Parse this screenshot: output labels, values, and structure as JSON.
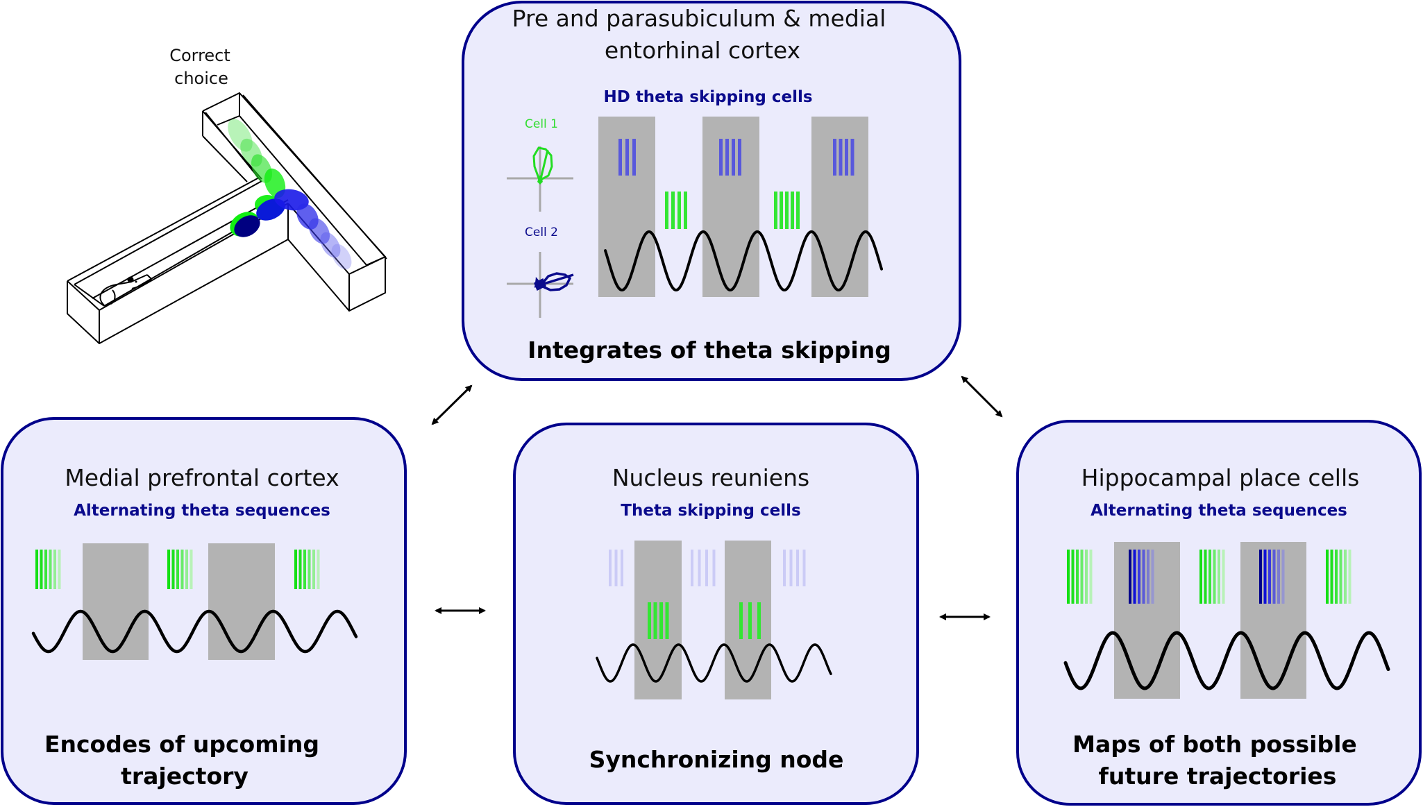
{
  "colors": {
    "box_fill": "#ebebfc",
    "box_border": "#00008b",
    "subtitle": "#0a0a8c",
    "theta_window": "#b3b3b3",
    "green": "#33e633",
    "blue": "#5555dd",
    "navy": "#00008b"
  },
  "maze": {
    "label_line1": "Correct",
    "label_line2": "choice",
    "icon": "rat-in-t-maze-icon"
  },
  "boxes": {
    "pre_para": {
      "title_line1": "Pre and parasubiculum & medial",
      "title_line2": "entorhinal cortex",
      "subtitle": "HD theta skipping cells",
      "cell1_label": "Cell 1",
      "cell2_label": "Cell 2",
      "conclusion": "Integrates of theta skipping",
      "theta_cycles": 5,
      "windows": 3,
      "spike_groups": [
        {
          "cell": "cell2",
          "color": "blue",
          "window": 1,
          "count": 3
        },
        {
          "cell": "cell1",
          "color": "green",
          "window": "between 1-2",
          "count": 4
        },
        {
          "cell": "cell2",
          "color": "blue",
          "window": 2,
          "count": 4
        },
        {
          "cell": "cell1",
          "color": "green",
          "window": "between 2-3",
          "count": 5
        },
        {
          "cell": "cell2",
          "color": "blue",
          "window": 3,
          "count": 4
        }
      ]
    },
    "mpfc": {
      "title": "Medial prefrontal cortex",
      "subtitle": "Alternating theta sequences",
      "conclusion_line1": "Encodes of upcoming",
      "conclusion_line2": "trajectory",
      "theta_cycles": 5,
      "windows": 2,
      "spike_groups": [
        {
          "color": "green",
          "position": "before window 1",
          "count": 6
        },
        {
          "color": "green",
          "position": "between windows",
          "count": 6
        },
        {
          "color": "green",
          "position": "after window 2",
          "count": 6
        }
      ]
    },
    "reuniens": {
      "title": "Nucleus reuniens",
      "subtitle": "Theta skipping cells",
      "conclusion": "Synchronizing node",
      "theta_cycles": 5,
      "windows": 2,
      "spike_groups": [
        {
          "color": "faint-blue",
          "position": "before window 1",
          "count": 3
        },
        {
          "color": "green",
          "position": "window 1",
          "count": 4
        },
        {
          "color": "faint-blue",
          "position": "between windows",
          "count": 4
        },
        {
          "color": "green",
          "position": "window 2",
          "count": 3
        },
        {
          "color": "faint-blue",
          "position": "after window 2",
          "count": 4
        }
      ]
    },
    "hippocampus": {
      "title": "Hippocampal place cells",
      "subtitle": "Alternating theta sequences",
      "conclusion_line1": "Maps of both possible",
      "conclusion_line2": "future trajectories",
      "theta_cycles": 5,
      "windows": 2,
      "spike_groups": [
        {
          "color": "green",
          "position": "before window 1",
          "count": 6
        },
        {
          "color": "blue",
          "position": "window 1",
          "count": 6
        },
        {
          "color": "green",
          "position": "between windows",
          "count": 6
        },
        {
          "color": "blue",
          "position": "window 2",
          "count": 6
        },
        {
          "color": "green",
          "position": "after window 2",
          "count": 6
        }
      ]
    }
  },
  "arrows": [
    {
      "name": "mpfc-to-pre-para-arrow",
      "type": "bidirectional"
    },
    {
      "name": "pre-para-to-hippocampus-arrow",
      "type": "bidirectional"
    },
    {
      "name": "mpfc-to-reuniens-arrow",
      "type": "bidirectional"
    },
    {
      "name": "reuniens-to-hippocampus-arrow",
      "type": "bidirectional"
    }
  ]
}
